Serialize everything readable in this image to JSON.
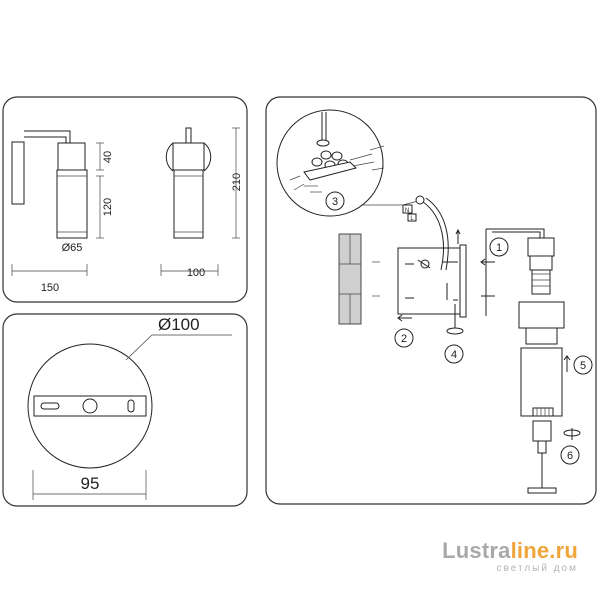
{
  "dimensions_panel": {
    "height_cap": "40",
    "height_body": "120",
    "height_total": "210",
    "diameter_shade": "Ø65",
    "depth": "150",
    "width": "100"
  },
  "base_panel": {
    "diameter": "Ø100",
    "mount_spacing": "95"
  },
  "assembly_panel": {
    "steps": [
      "1",
      "2",
      "3",
      "4",
      "5",
      "6"
    ],
    "terminal_labels": [
      "N",
      "L"
    ]
  },
  "brand": {
    "name_part1": "Lustra",
    "name_part2": "line.ru",
    "tagline": "светлый дом",
    "color_part1": "#a8a8a8",
    "color_part2": "#f0a53a"
  }
}
